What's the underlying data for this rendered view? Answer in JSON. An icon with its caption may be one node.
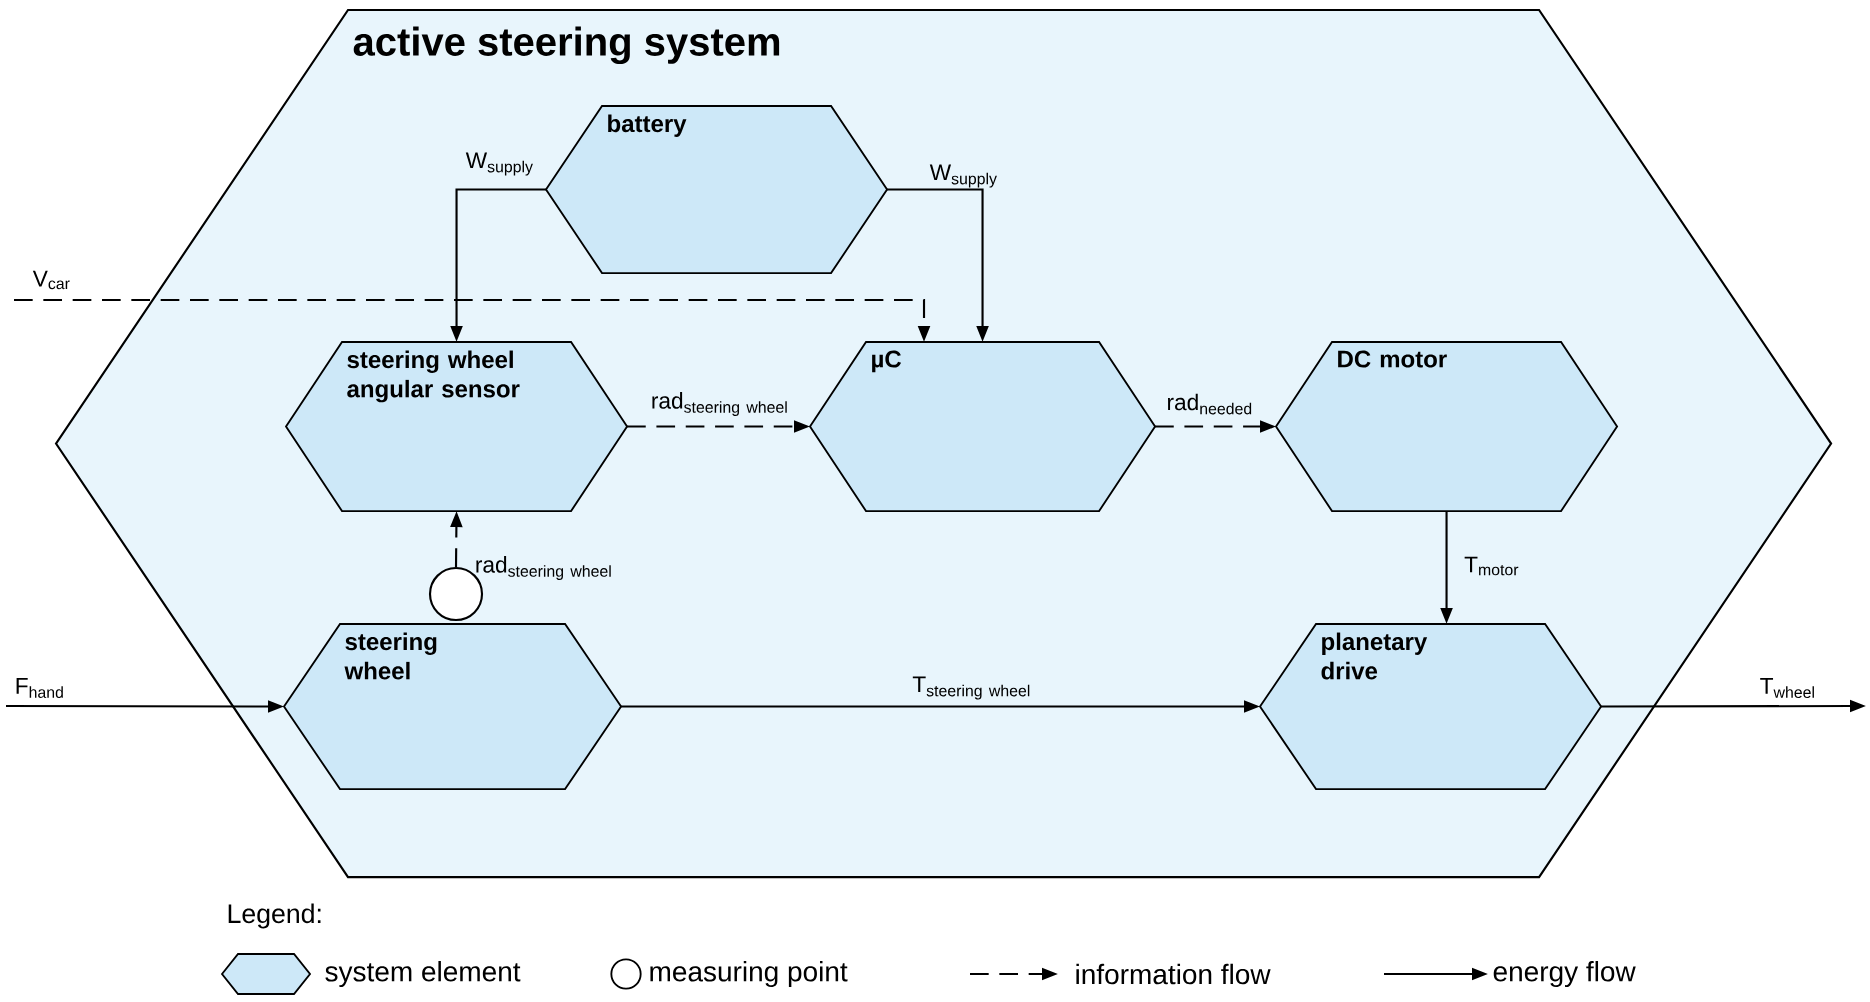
{
  "diagram": {
    "nodes": [
      {
        "text": [
          "active steering system"
        ]
      },
      {
        "text": [
          "battery"
        ],
        "in": 0
      },
      {
        "text": [
          "steering wheel angular sensor"
        ],
        "in": 0
      },
      {
        "text": [
          "µC"
        ],
        "in": 0
      },
      {
        "text": [
          "DC motor"
        ],
        "in": 0
      },
      {
        "text": [],
        "shape": "circle",
        "in": 0
      },
      {
        "text": [
          "steering wheel"
        ],
        "in": 0
      },
      {
        "text": [
          "planetary drive"
        ],
        "in": 0
      }
    ],
    "edges": [
      {
        "from": 1,
        "to": 2,
        "arrow": "to",
        "label": "\\mathrm{W}_{\\mathrm{supply}}"
      },
      {
        "from": 1,
        "to": 3,
        "arrow": "to",
        "label": "\\mathrm{W}_{\\mathrm{supply}}"
      },
      {
        "from": null,
        "to": 3,
        "arrow": "to",
        "label": "\\mathrm{V}_{\\mathrm{car}}",
        "style": "dashed"
      },
      {
        "from": 2,
        "to": 3,
        "arrow": "to",
        "label": "\\mathrm{rad}_{\\mathrm{steering\\ wheel}}",
        "style": "dashed"
      },
      {
        "from": 3,
        "to": 4,
        "arrow": "to",
        "label": "\\mathrm{rad}_{\\mathrm{needed}}",
        "style": "dashed"
      },
      {
        "from": 5,
        "to": 2,
        "arrow": "to",
        "label": "\\mathrm{rad}_{\\mathrm{steering\\ wheel}}",
        "style": "dashed"
      },
      {
        "from": 4,
        "to": 7,
        "arrow": "to",
        "label": "\\mathrm{T}_{\\mathrm{motor}}"
      },
      {
        "from": null,
        "to": 6,
        "arrow": "to",
        "label": "\\mathrm{F}_{\\mathrm{hand}}"
      },
      {
        "from": 6,
        "to": 7,
        "arrow": "to",
        "label": "\\mathrm{T}_{\\mathrm{steering\\ wheel}}"
      },
      {
        "from": 7,
        "to": null,
        "arrow": "to",
        "label": "\\mathrm{T}_{\\mathrm{wheel}}"
      }
    ],
    "labels": [
      "Legend:"
    ],
    "legend": [
      {
        "text": "system element",
        "color": "#cde8f8"
      },
      {
        "text": "measuring point"
      },
      {
        "text": "information flow"
      },
      {
        "text": "energy flow"
      }
    ]
  }
}
